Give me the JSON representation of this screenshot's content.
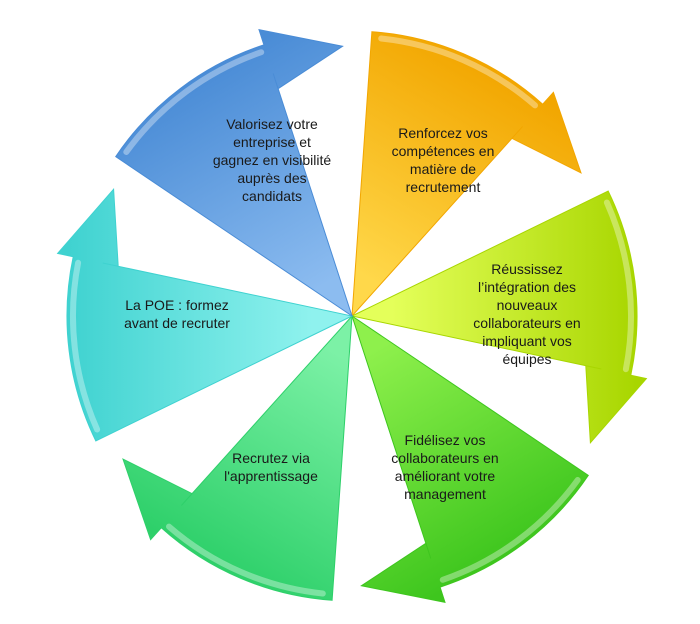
{
  "segments": [
    {
      "id": "competences",
      "label": "Renforcez vos\ncompétences en\nmatière de\nrecrutement",
      "color_light": "#ffd84a",
      "color_dark": "#f2a600"
    },
    {
      "id": "integration",
      "label": "Réussissez\nl’intégration des\nnouveaux\ncollaborateurs en\nimpliquant vos\néquipes",
      "color_light": "#e4ff5a",
      "color_dark": "#a8d600"
    },
    {
      "id": "fidelisez",
      "label": "Fidélisez vos\ncollaborateurs en\naméliorant votre\nmanagement",
      "color_light": "#8ef04c",
      "color_dark": "#3ec61e"
    },
    {
      "id": "apprentissage",
      "label": "Recrutez via\nl'apprentissage",
      "color_light": "#7cf1a6",
      "color_dark": "#2ed06a"
    },
    {
      "id": "poe",
      "label": "La POE : formez\navant de recruter",
      "color_light": "#8ff2ee",
      "color_dark": "#3fd2d0"
    },
    {
      "id": "valorisez",
      "label": "Valorisez votre\nentreprise et\ngagnez en visibilité\nauprès des\ncandidats",
      "color_light": "#8cbcf0",
      "color_dark": "#4a8cd6"
    }
  ]
}
